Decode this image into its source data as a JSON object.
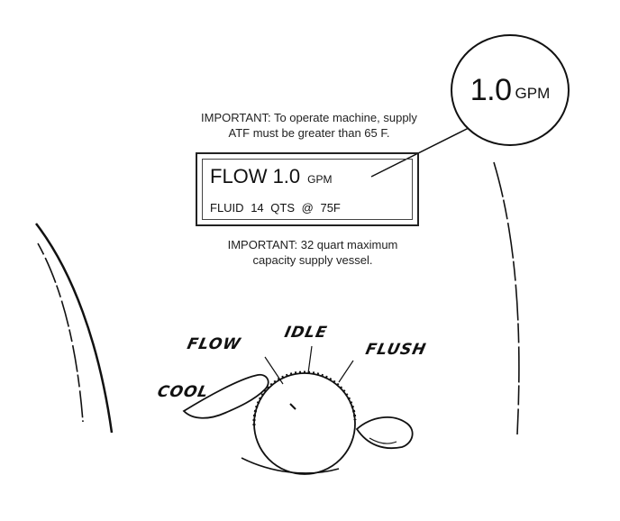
{
  "callout": {
    "value": "1.0",
    "unit": "GPM"
  },
  "notes": {
    "top_line1": "IMPORTANT: To operate machine, supply",
    "top_line2": "ATF must be greater than 65 F.",
    "bottom_line1": "IMPORTANT: 32 quart maximum",
    "bottom_line2": "capacity supply vessel."
  },
  "display": {
    "flow_label": "FLOW",
    "flow_value": "1.0",
    "flow_unit": "GPM",
    "fluid_label": "FLUID",
    "fluid_qty": "14",
    "fluid_unit": "QTS",
    "at_symbol": "@",
    "temperature": "75F"
  },
  "knob": {
    "positions": [
      "FLOW",
      "IDLE",
      "FLUSH",
      "COOL"
    ]
  }
}
